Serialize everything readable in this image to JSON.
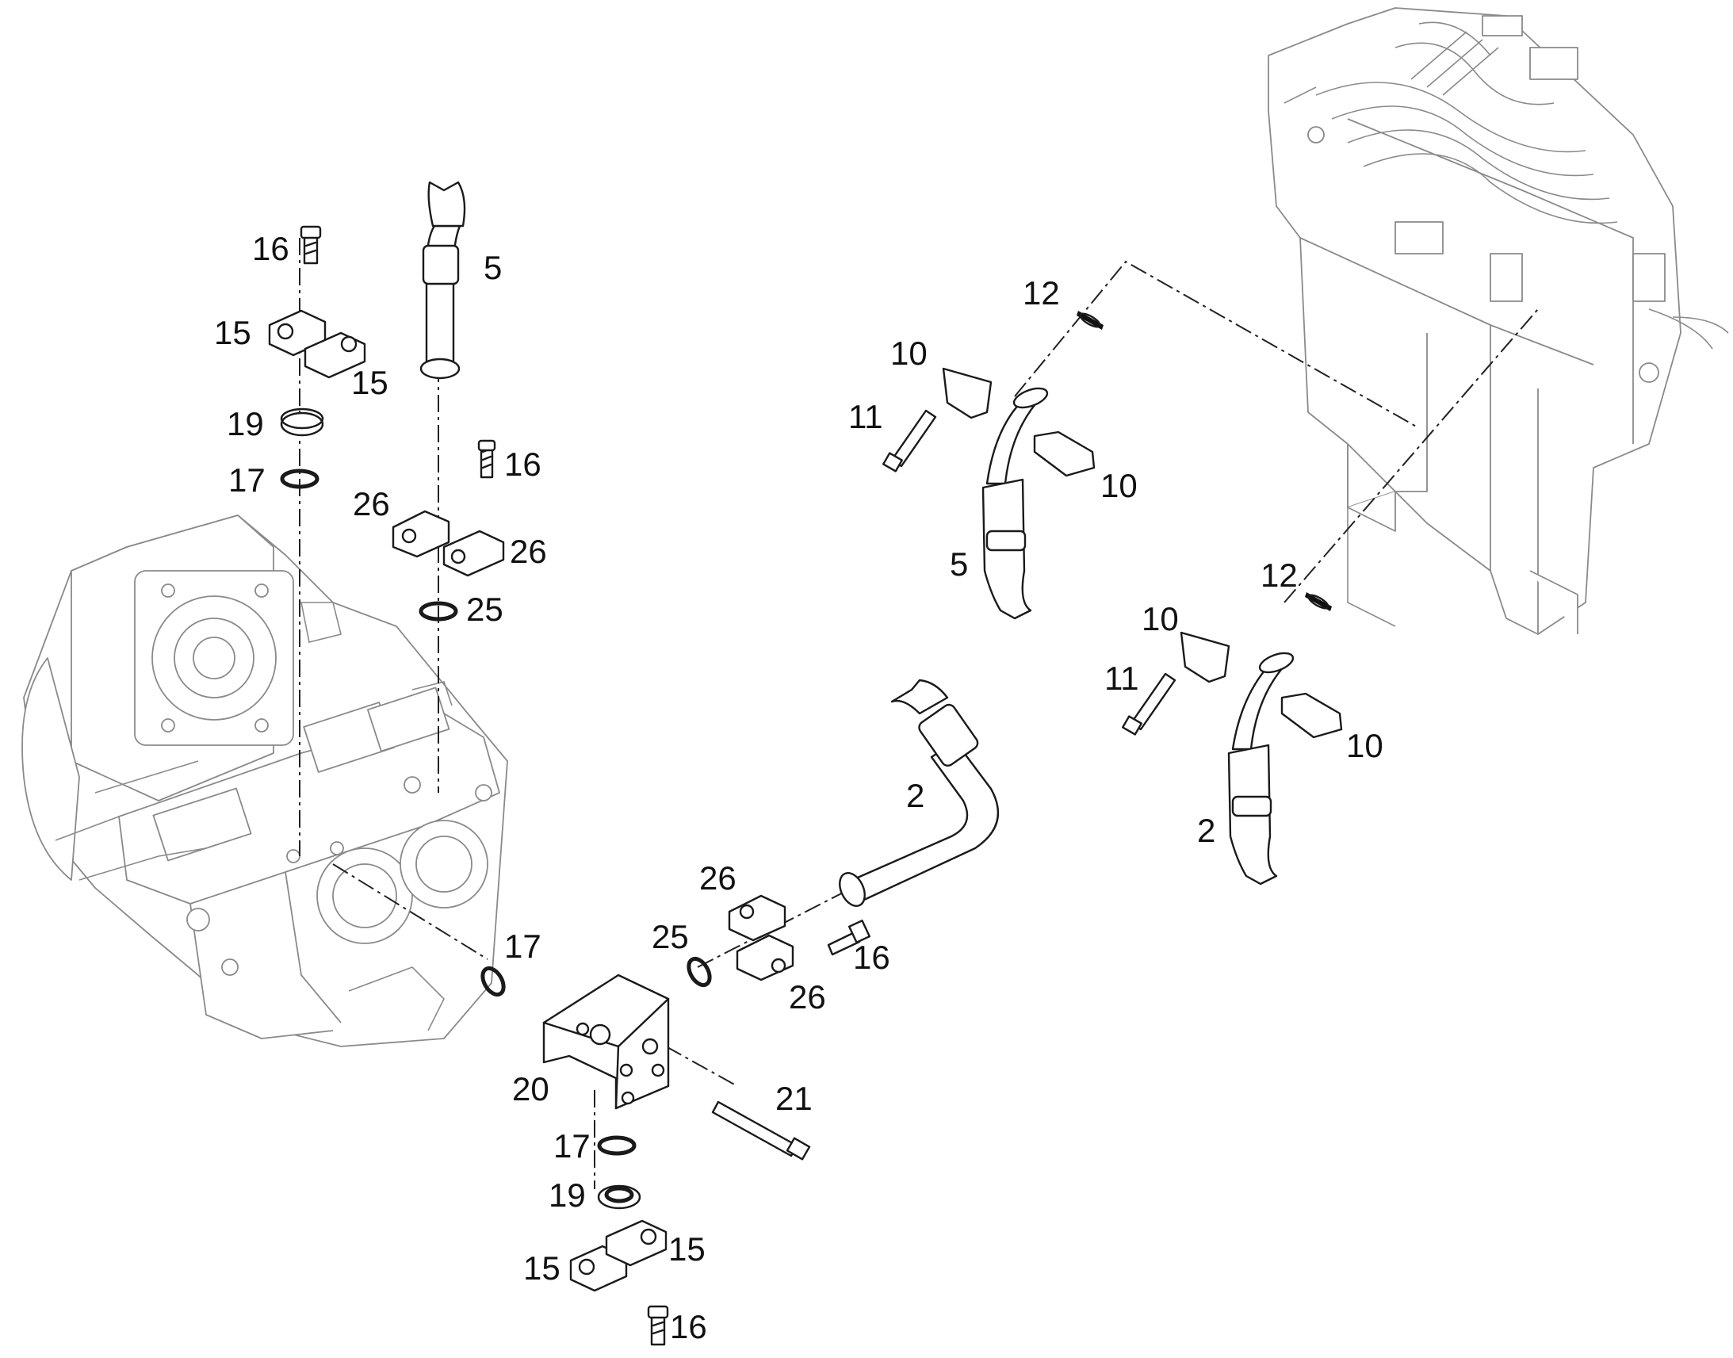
{
  "diagram": {
    "callouts": {
      "c16_top": "16",
      "c15_top_a": "15",
      "c15_top_b": "15",
      "c19_top": "19",
      "c17_top": "17",
      "c5_left": "5",
      "c16_mid": "16",
      "c26_mid_a": "26",
      "c26_mid_b": "26",
      "c25_mid": "25",
      "c17_mid": "17",
      "c20": "20",
      "c21": "21",
      "c17_bottom": "17",
      "c19_bottom": "19",
      "c15_bottom_a": "15",
      "c15_bottom_b": "15",
      "c16_bottom": "16",
      "c26_right_a": "26",
      "c25_right": "25",
      "c16_right": "16",
      "c26_right_b": "26",
      "c2_center": "2",
      "c12_a": "12",
      "c10_a1": "10",
      "c11_a": "11",
      "c10_a2": "10",
      "c5_right": "5",
      "c12_b": "12",
      "c10_b1": "10",
      "c11_b": "11",
      "c10_b2": "10",
      "c2_right": "2"
    }
  }
}
